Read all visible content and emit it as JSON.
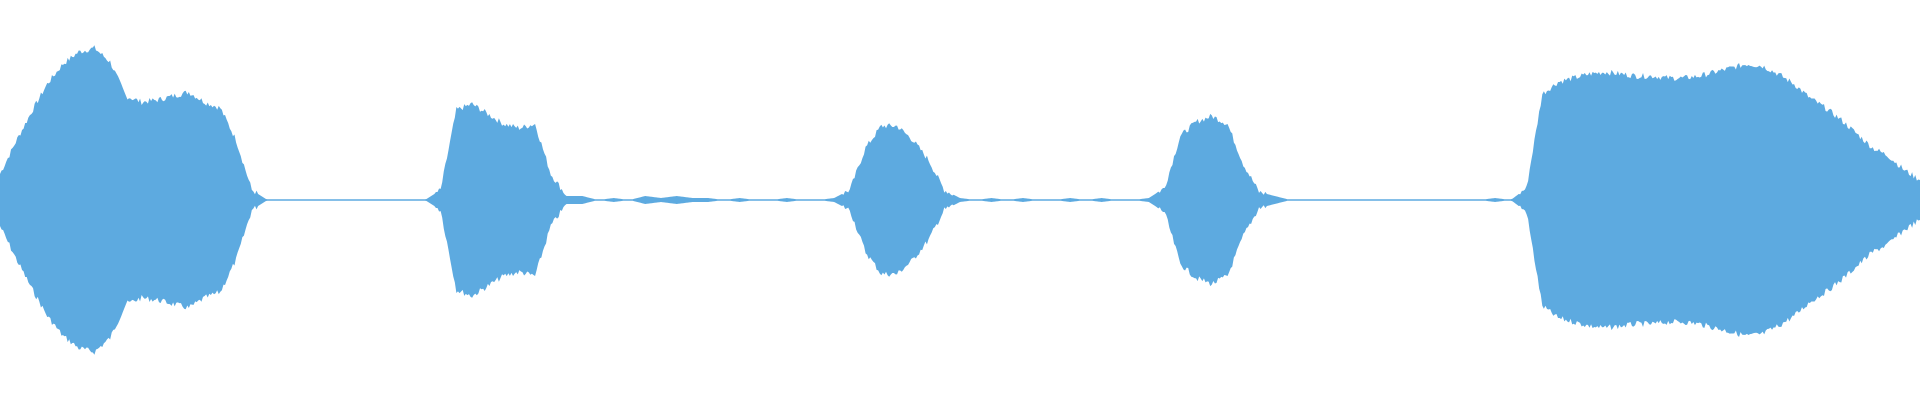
{
  "waveform": {
    "color": "#5DAAE0",
    "background": "#FFFFFF",
    "amplitude_envelope": [
      0.13,
      0.29,
      0.44,
      0.58,
      0.68,
      0.74,
      0.76,
      0.69,
      0.52,
      0.49,
      0.5,
      0.52,
      0.54,
      0.49,
      0.46,
      0.3,
      0.05,
      0.0,
      0.0,
      0.0,
      0.0,
      0.0,
      0.0,
      0.0,
      0.0,
      0.0,
      0.0,
      0.0,
      0.05,
      0.45,
      0.48,
      0.43,
      0.38,
      0.36,
      0.38,
      0.13,
      0.02,
      0.02,
      0.0,
      0.01,
      0.0,
      0.02,
      0.01,
      0.02,
      0.01,
      0.01,
      0.0,
      0.01,
      0.0,
      0.0,
      0.01,
      0.0,
      0.0,
      0.01,
      0.05,
      0.26,
      0.37,
      0.37,
      0.3,
      0.2,
      0.05,
      0.01,
      0.0,
      0.01,
      0.0,
      0.01,
      0.0,
      0.0,
      0.01,
      0.0,
      0.01,
      0.0,
      0.0,
      0.01,
      0.06,
      0.32,
      0.39,
      0.42,
      0.38,
      0.18,
      0.04,
      0.02,
      0.0,
      0.0,
      0.0,
      0.0,
      0.0,
      0.0,
      0.0,
      0.0,
      0.0,
      0.0,
      0.0,
      0.0,
      0.0,
      0.01,
      0.0,
      0.06,
      0.53,
      0.59,
      0.61,
      0.63,
      0.64,
      0.63,
      0.62,
      0.62,
      0.61,
      0.61,
      0.62,
      0.64,
      0.66,
      0.68,
      0.67,
      0.63,
      0.58,
      0.51,
      0.46,
      0.4,
      0.33,
      0.26,
      0.22,
      0.15,
      0.1
    ]
  }
}
